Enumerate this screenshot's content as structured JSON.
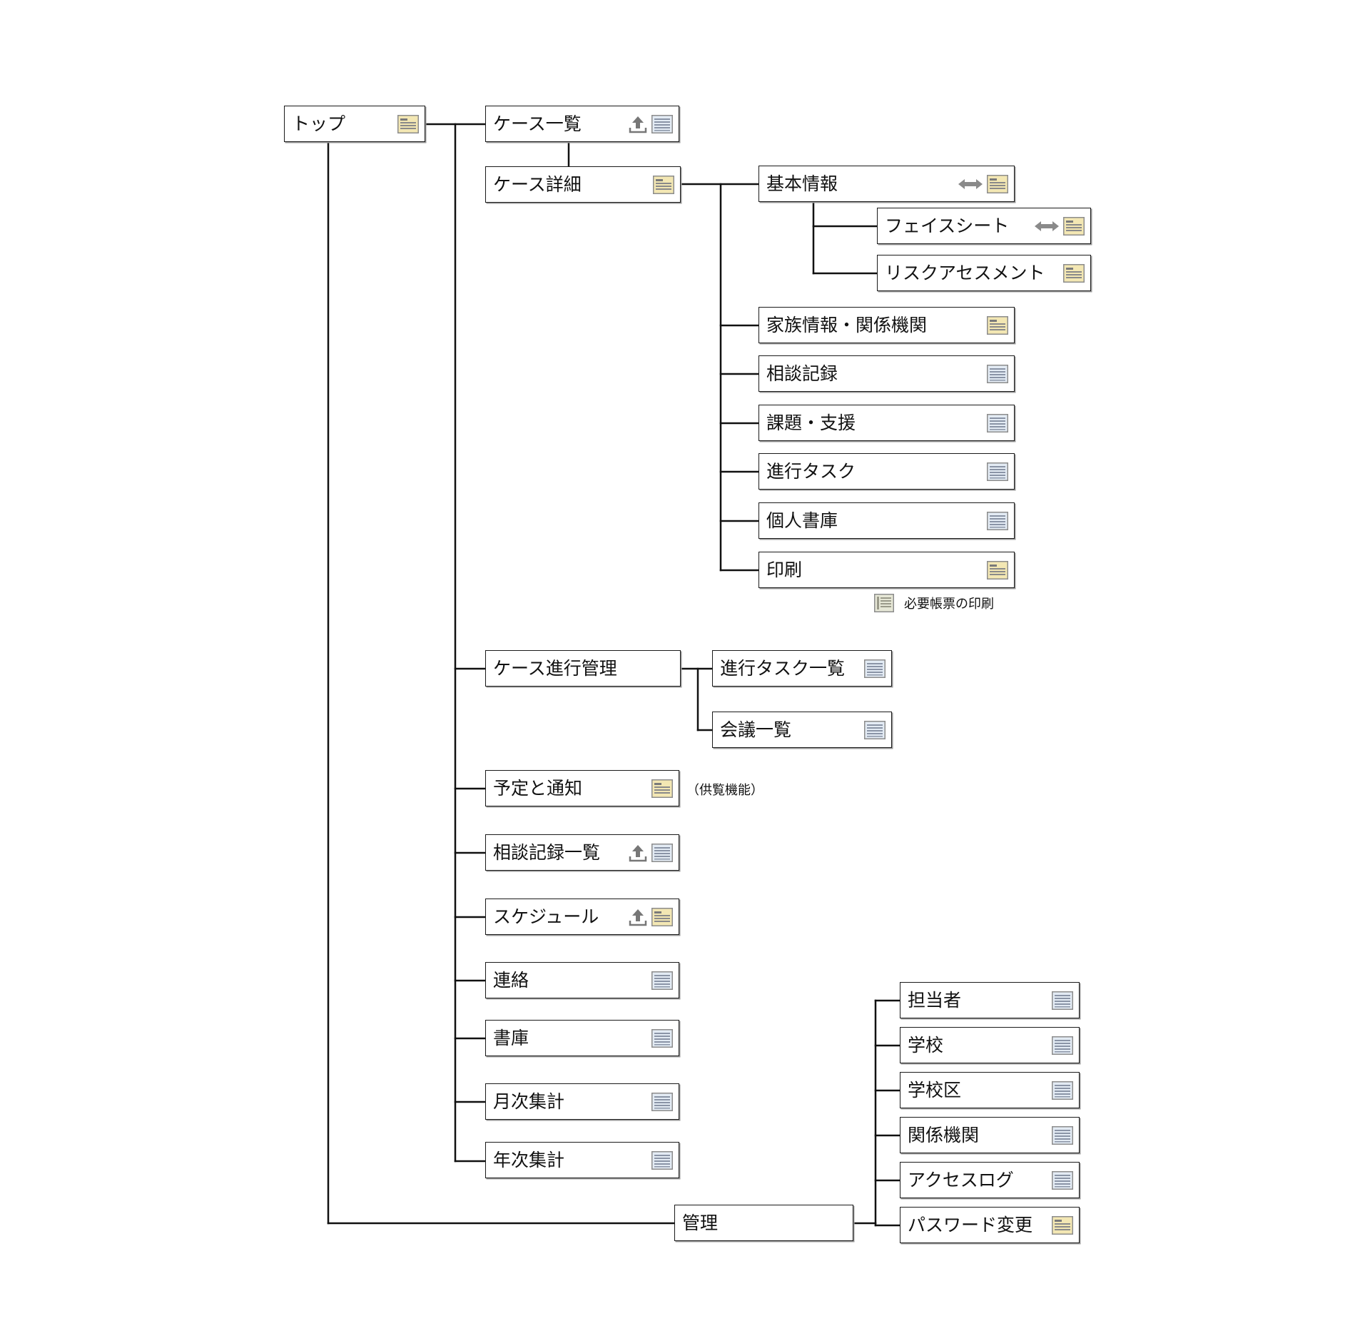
{
  "nodes": [
    {
      "id": "top",
      "label": "トップ",
      "icons": [
        "page"
      ]
    },
    {
      "id": "case_list",
      "label": "ケース一覧",
      "icons": [
        "upload",
        "list"
      ]
    },
    {
      "id": "case_detail",
      "label": "ケース詳細",
      "icons": [
        "page"
      ]
    },
    {
      "id": "basic_info",
      "label": "基本情報",
      "icons": [
        "swap",
        "page"
      ]
    },
    {
      "id": "face_sheet",
      "label": "フェイスシート",
      "icons": [
        "swap",
        "page"
      ]
    },
    {
      "id": "risk",
      "label": "リスクアセスメント",
      "icons": [
        "page"
      ]
    },
    {
      "id": "family",
      "label": "家族情報・関係機関",
      "icons": [
        "page"
      ]
    },
    {
      "id": "consult",
      "label": "相談記録",
      "icons": [
        "list"
      ]
    },
    {
      "id": "issues",
      "label": "課題・支援",
      "icons": [
        "list"
      ]
    },
    {
      "id": "tasks",
      "label": "進行タスク",
      "icons": [
        "list"
      ]
    },
    {
      "id": "personal_lib",
      "label": "個人書庫",
      "icons": [
        "list"
      ]
    },
    {
      "id": "print",
      "label": "印刷",
      "icons": [
        "page"
      ]
    },
    {
      "id": "progress_mgmt",
      "label": "ケース進行管理",
      "icons": []
    },
    {
      "id": "task_list",
      "label": "進行タスク一覧",
      "icons": [
        "list"
      ]
    },
    {
      "id": "meeting_list",
      "label": "会議一覧",
      "icons": [
        "list"
      ]
    },
    {
      "id": "schedule_notice",
      "label": "予定と通知",
      "icons": [
        "page"
      ]
    },
    {
      "id": "consult_list",
      "label": "相談記録一覧",
      "icons": [
        "upload",
        "list"
      ]
    },
    {
      "id": "schedule",
      "label": "スケジュール",
      "icons": [
        "upload",
        "page"
      ]
    },
    {
      "id": "contact",
      "label": "連絡",
      "icons": [
        "list"
      ]
    },
    {
      "id": "library",
      "label": "書庫",
      "icons": [
        "list"
      ]
    },
    {
      "id": "monthly",
      "label": "月次集計",
      "icons": [
        "list"
      ]
    },
    {
      "id": "yearly",
      "label": "年次集計",
      "icons": [
        "list"
      ]
    },
    {
      "id": "admin",
      "label": "管理",
      "icons": []
    },
    {
      "id": "staff",
      "label": "担当者",
      "icons": [
        "list"
      ]
    },
    {
      "id": "school",
      "label": "学校",
      "icons": [
        "list"
      ]
    },
    {
      "id": "school_district",
      "label": "学校区",
      "icons": [
        "list"
      ]
    },
    {
      "id": "agencies",
      "label": "関係機関",
      "icons": [
        "list"
      ]
    },
    {
      "id": "access_log",
      "label": "アクセスログ",
      "icons": [
        "list"
      ]
    },
    {
      "id": "password",
      "label": "パスワード変更",
      "icons": [
        "page"
      ]
    }
  ],
  "notes": {
    "print_forms": "必要帳票の印刷",
    "view_only": "（供覧機能）"
  }
}
